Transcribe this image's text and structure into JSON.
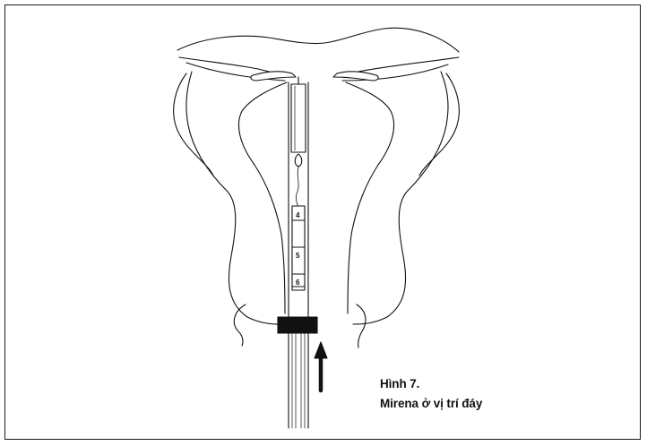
{
  "figure": {
    "caption_title": "Hình 7.",
    "caption_text": "Mirena ở vị trí đáy",
    "inserter_marks": [
      "4",
      "5",
      "6"
    ],
    "line_color": "#111111",
    "background": "#ffffff"
  }
}
